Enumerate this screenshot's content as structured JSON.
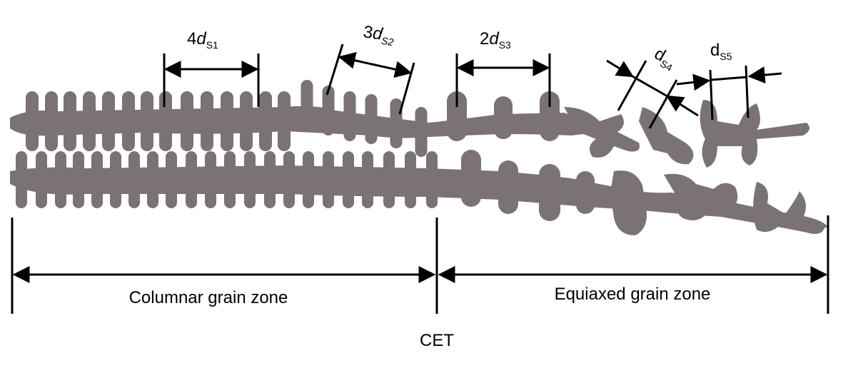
{
  "zones": {
    "left": "Columnar grain zone",
    "right": "Equiaxed grain zone",
    "transition": "CET"
  },
  "spacings": [
    {
      "coef": "4",
      "var": "d",
      "sub": "S1",
      "italic_var": true
    },
    {
      "coef": "3",
      "var": "d",
      "sub": "S2",
      "italic_var": true
    },
    {
      "coef": "2",
      "var": "d",
      "sub": "S3",
      "italic_var": false
    },
    {
      "coef": "",
      "var": "d",
      "sub": "S4",
      "italic_var": false
    },
    {
      "coef": "",
      "var": "d",
      "sub": "S5",
      "italic_var": false
    }
  ],
  "colors": {
    "dendrite": "#7a7273",
    "line": "#000000",
    "background": "#ffffff"
  }
}
